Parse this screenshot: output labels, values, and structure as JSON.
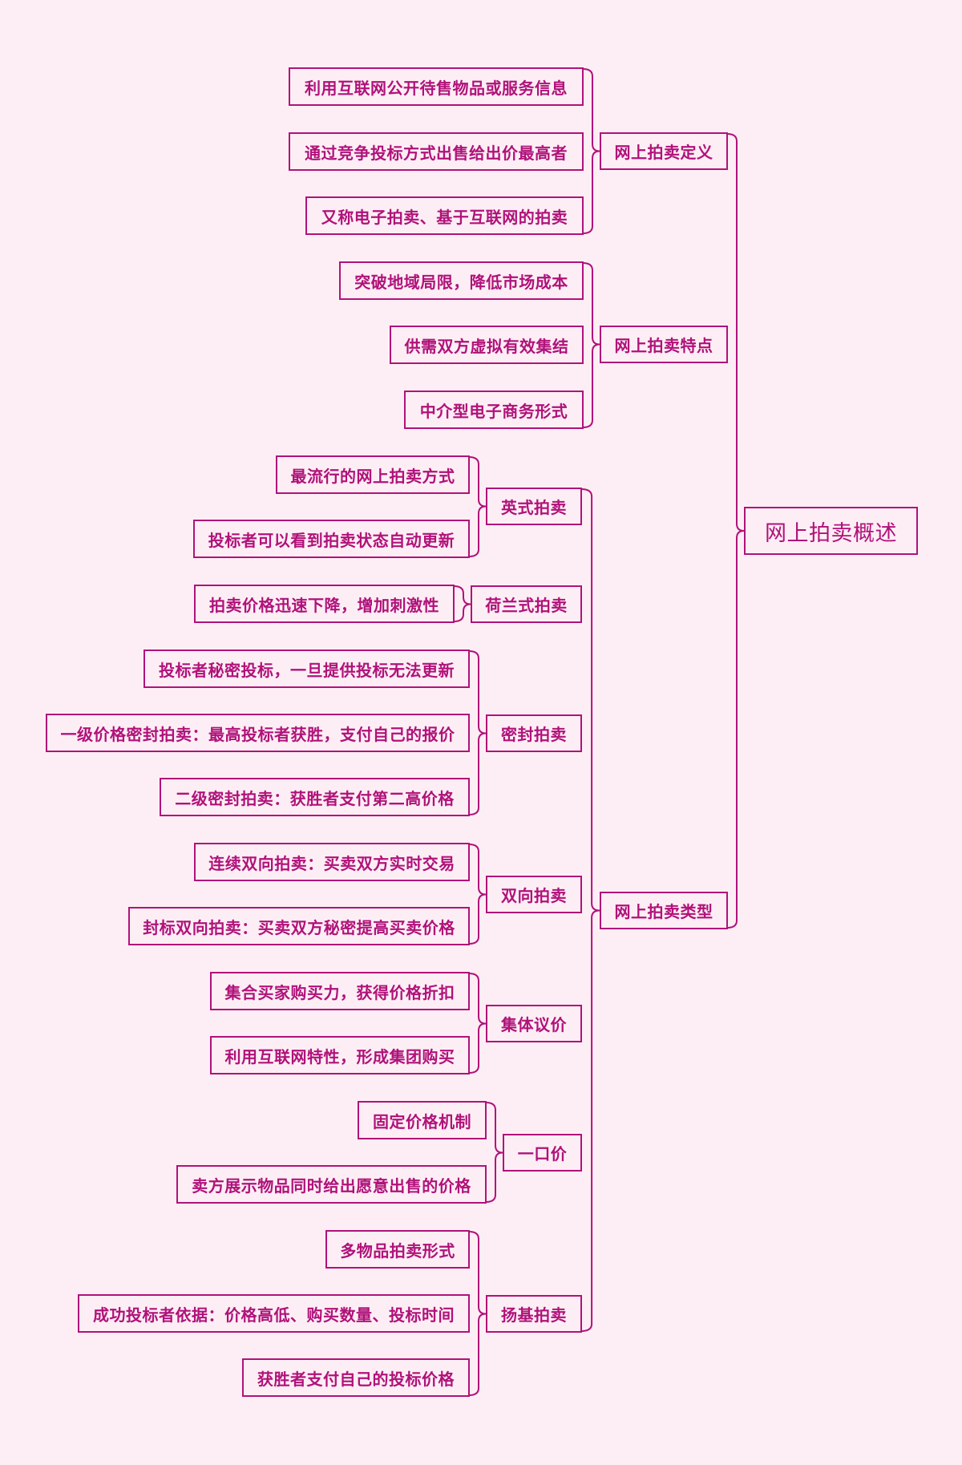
{
  "colors": {
    "stroke": "#b0127a",
    "background": "#fdeef5"
  },
  "root": {
    "label": "网上拍卖概述"
  },
  "sections": [
    {
      "label": "网上拍卖定义",
      "items": [
        "利用互联网公开待售物品或服务信息",
        "通过竞争投标方式出售给出价最高者",
        "又称电子拍卖、基于互联网的拍卖"
      ]
    },
    {
      "label": "网上拍卖特点",
      "items": [
        "突破地域局限，降低市场成本",
        "供需双方虚拟有效集结",
        "中介型电子商务形式"
      ]
    },
    {
      "label": "网上拍卖类型",
      "types": [
        {
          "label": "英式拍卖",
          "items": [
            "最流行的网上拍卖方式",
            "投标者可以看到拍卖状态自动更新"
          ]
        },
        {
          "label": "荷兰式拍卖",
          "items": [
            "拍卖价格迅速下降，增加刺激性"
          ]
        },
        {
          "label": "密封拍卖",
          "items": [
            "投标者秘密投标，一旦提供投标无法更新",
            "一级价格密封拍卖：最高投标者获胜，支付自己的报价",
            "二级密封拍卖：获胜者支付第二高价格"
          ]
        },
        {
          "label": "双向拍卖",
          "items": [
            "连续双向拍卖：买卖双方实时交易",
            "封标双向拍卖：买卖双方秘密提高买卖价格"
          ]
        },
        {
          "label": "集体议价",
          "items": [
            "集合买家购买力，获得价格折扣",
            "利用互联网特性，形成集团购买"
          ]
        },
        {
          "label": "一口价",
          "items": [
            "固定价格机制",
            "卖方展示物品同时给出愿意出售的价格"
          ]
        },
        {
          "label": "扬基拍卖",
          "items": [
            "多物品拍卖形式",
            "成功投标者依据：价格高低、购买数量、投标时间",
            "获胜者支付自己的投标价格"
          ]
        }
      ]
    }
  ]
}
